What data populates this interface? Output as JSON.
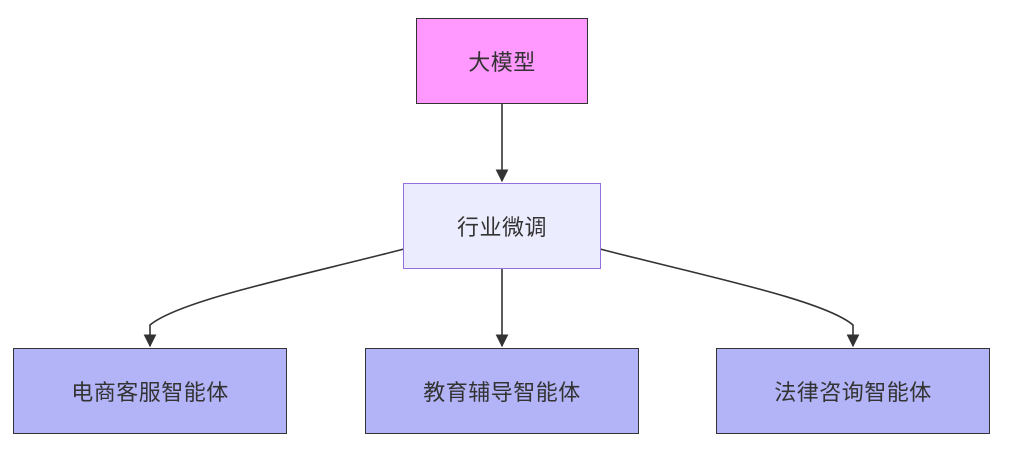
{
  "diagram": {
    "type": "flowchart",
    "nodes": {
      "top": {
        "label": "大模型"
      },
      "middle": {
        "label": "行业微调"
      },
      "leaves": [
        {
          "label": "电商客服智能体"
        },
        {
          "label": "教育辅导智能体"
        },
        {
          "label": "法律咨询智能体"
        }
      ]
    },
    "edges": [
      {
        "from": "大模型",
        "to": "行业微调"
      },
      {
        "from": "行业微调",
        "to": "电商客服智能体"
      },
      {
        "from": "行业微调",
        "to": "教育辅导智能体"
      },
      {
        "from": "行业微调",
        "to": "法律咨询智能体"
      }
    ],
    "colors": {
      "top_fill": "#ff99ff",
      "middle_fill": "#ececff",
      "middle_border": "#9370db",
      "leaf_fill": "#b3b3f8",
      "border": "#333333",
      "edge": "#333333"
    }
  }
}
